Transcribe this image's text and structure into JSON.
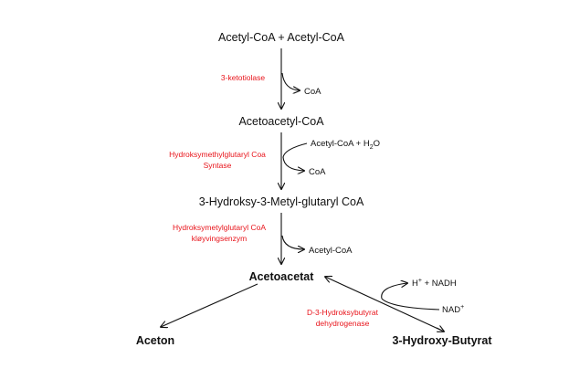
{
  "colors": {
    "text": "#111111",
    "enzyme": "#e8141b",
    "background": "#ffffff"
  },
  "nodes": {
    "substrate": "Acetyl-CoA + Acetyl-CoA",
    "acetoacetyl_coa": "Acetoacetyl-CoA",
    "hmg_coa": "3-Hydroksy-3-Metyl-glutaryl CoA",
    "acetoacetat": "Acetoacetat",
    "aceton": "Aceton",
    "hydroxy_butyrat": "3-Hydroxy-Butyrat"
  },
  "enzymes": {
    "ketotiolase": "3-ketotiolase",
    "hmg_synthase_line1": "Hydroksymethylglutaryl Coa",
    "hmg_synthase_line2": "Syntase",
    "hmg_lyase_line1": "Hydroksymetylglutaryl CoA",
    "hmg_lyase_line2": "kløyvingsenzym",
    "bdh_line1": "D-3-Hydroksybutyrat",
    "bdh_line2": "dehydrogenase"
  },
  "side_products": {
    "coa_1": "CoA",
    "acetyl_coa_h2o": {
      "base": "Acetyl-CoA + H",
      "sub": "2",
      "tail": "O"
    },
    "coa_2": "CoA",
    "acetyl_coa_out": "Acetyl-CoA",
    "h_nadh": {
      "base": "H",
      "sup": "+",
      "tail": " + NADH"
    },
    "nad": {
      "base": "NAD",
      "sup": "+"
    }
  }
}
